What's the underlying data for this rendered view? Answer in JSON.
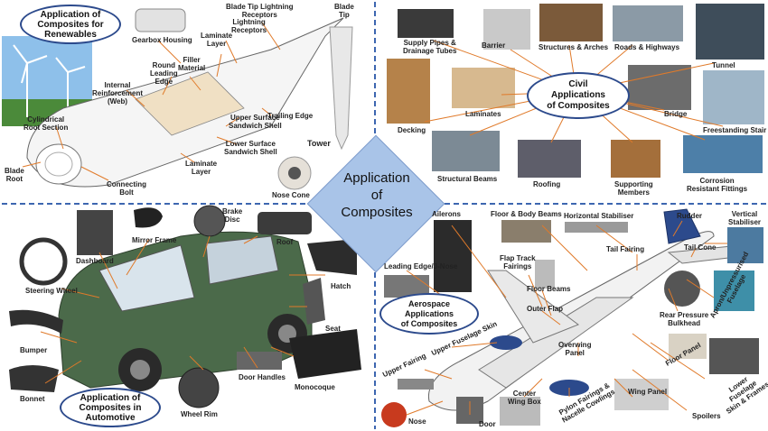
{
  "center": {
    "title": "Application\nof\nComposites"
  },
  "quadrants": {
    "renewables": {
      "title": "Application of\nComposites for\nRenewables"
    },
    "civil": {
      "title": "Civil\nApplications\nof Composites"
    },
    "automotive": {
      "title": "Application of\nComposites in\nAutomotive"
    },
    "aerospace": {
      "title": "Aerospace\nApplications\nof Composites"
    }
  },
  "renewables": {
    "labels": [
      "Gearbox Housing",
      "Blade Tip Lightning\nReceptors",
      "Blade\nTip",
      "Lightning\nReceptors",
      "Laminate\nLayer",
      "Filler\nMaterial",
      "Round\nLeading\nEdge",
      "Internal\nReinforcement\n(Web)",
      "Cylindrical\nRoot Section",
      "Trailing Edge",
      "Upper Surface\nSandwich Shell",
      "Lower Surface\nSandwich Shell",
      "Tower",
      "Laminate\nLayer",
      "Blade\nRoot",
      "Connecting\nBolt",
      "Nose Cone"
    ]
  },
  "civil": {
    "labels": [
      "Supply Pipes &\nDrainage Tubes",
      "Barrier",
      "Structures & Arches",
      "Roads & Highways",
      "Tunnel",
      "Laminates",
      "Decking",
      "Bridge",
      "Freestanding Stair",
      "Structural Beams",
      "Roofing",
      "Supporting\nMembers",
      "Corrosion\nResistant Fittings"
    ]
  },
  "automotive": {
    "labels": [
      "Brake\nDisc",
      "Mirror Frame",
      "Dashboard",
      "Roof",
      "Hatch",
      "Steering Wheel",
      "Seat",
      "Bumper",
      "Monocoque",
      "Bonnet",
      "Door Handles",
      "Wheel Rim"
    ]
  },
  "aerospace": {
    "labels": [
      "Ailerons",
      "Floor & Body Beams",
      "Horizontal Stabiliser",
      "Rudder",
      "Vertical\nStabiliser",
      "Tail Fairing",
      "Tail Cone",
      "Leading Edge/J-Nose",
      "Flap Track\nFairings",
      "Floor Beams",
      "Outer Flap",
      "Rear Pressure\nBulkhead",
      "Apron/Unpressurised\nFuselage",
      "Upper Fuselage Skin",
      "Upper Fairing",
      "Overwing\nPanel",
      "Floor Panel",
      "Lower Fuselage\nSkin & Frames",
      "Center\nWing Box",
      "Pylon Fairings &\nNacelle Cowlings",
      "Wing Panel",
      "Nose",
      "Door",
      "Spoilers"
    ]
  },
  "colors": {
    "accent": "#2c4a8c",
    "leader": "#e07a2a",
    "diamond": "#a9c4e8",
    "divider": "#3d66b0"
  }
}
